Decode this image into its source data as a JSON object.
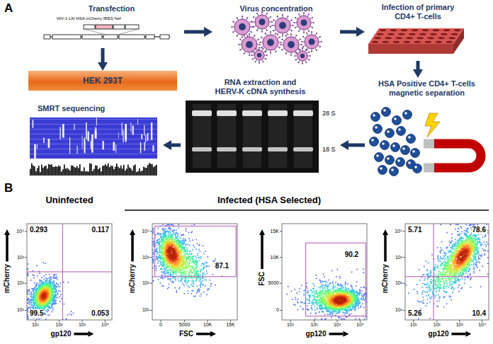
{
  "diagram": {
    "nodes": [
      {
        "text": [
          "Transfection"
        ]
      },
      {
        "text": [
          "HEK 293T"
        ]
      },
      {
        "text": [
          "Virus concentration"
        ]
      },
      {
        "text": [
          "Infection of primary CD4+ T-cells"
        ]
      },
      {
        "text": [
          "HSA Positive CD4+ T-cells magnetic separation"
        ]
      },
      {
        "text": [
          "RNA extraction and HERV-K cDNA synthesis"
        ]
      },
      {
        "text": [
          "SMRT sequencing"
        ]
      }
    ],
    "edges": [
      {
        "from": 0,
        "to": 1,
        "arrow": "to"
      },
      {
        "from": 0,
        "to": 2,
        "arrow": "to"
      },
      {
        "from": 2,
        "to": 3,
        "arrow": "to"
      },
      {
        "from": 3,
        "to": 4,
        "arrow": "to"
      },
      {
        "from": 4,
        "to": 5,
        "arrow": "to"
      },
      {
        "from": 5,
        "to": 6,
        "arrow": "to"
      }
    ],
    "labels": [
      "A",
      "HIV-1 LAI HSA mCherry IRES Nef",
      "28 S",
      "18 S",
      "B",
      "Uninfected",
      "Infected (HSA Selected)",
      "0.293",
      "0.117",
      "99.5",
      "0.053",
      "87.1",
      "90.2",
      "5.71",
      "78.6",
      "5.26",
      "10.4",
      "mCherry",
      "gp120",
      "mCherry",
      "FSC",
      "FSC",
      "gp120",
      "mCherry",
      "gp120",
      "10¹",
      "10²",
      "10³",
      "10⁴",
      "10¹",
      "10²",
      "10³",
      "10⁴",
      "10¹",
      "10²",
      "10³",
      "10⁴",
      "0",
      "5000",
      "10K",
      "15K",
      "0",
      "5000",
      "10K",
      "15K",
      "10¹",
      "10²",
      "10³",
      "10⁴",
      "10¹",
      "10²",
      "10³",
      "10⁴",
      "10¹",
      "10²",
      "10³",
      "10⁴"
    ]
  }
}
